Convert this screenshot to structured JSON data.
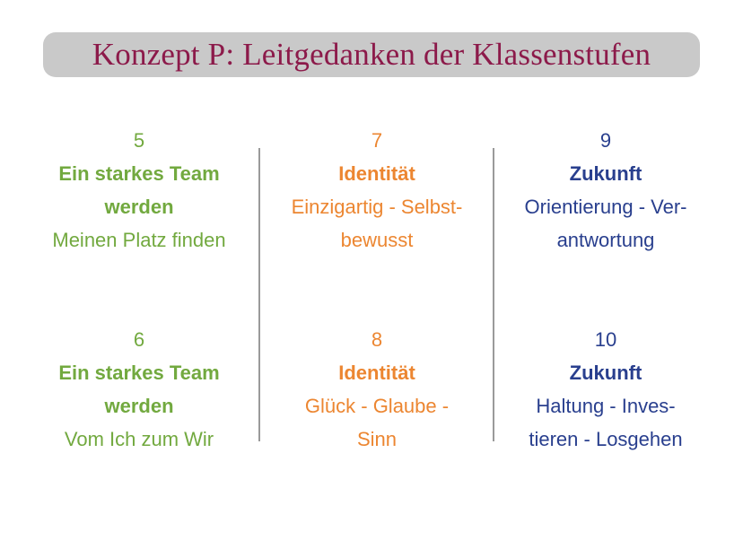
{
  "title": "Konzept P: Leitgedanken der Klassenstufen",
  "colors": {
    "title": "#8c1a4a",
    "title_bg": "#c9c9c9",
    "green": "#72a93f",
    "orange": "#ec8631",
    "blue": "#293f8e",
    "divider": "#9a9a9a"
  },
  "grades": [
    {
      "grade": "5",
      "heading": [
        "Ein starkes Team",
        "werden"
      ],
      "motto": [
        "Meinen Platz finden"
      ],
      "color": "green"
    },
    {
      "grade": "7",
      "heading": [
        "Identität"
      ],
      "motto": [
        "Einzigartig - Selbst-",
        "bewusst"
      ],
      "color": "orange"
    },
    {
      "grade": "9",
      "heading": [
        "Zukunft"
      ],
      "motto": [
        "Orientierung - Ver-",
        "antwortung"
      ],
      "color": "blue"
    },
    {
      "grade": "6",
      "heading": [
        "Ein starkes Team",
        "werden"
      ],
      "motto": [
        "Vom Ich zum Wir"
      ],
      "color": "green"
    },
    {
      "grade": "8",
      "heading": [
        "Identität"
      ],
      "motto": [
        "Glück - Glaube -",
        "Sinn"
      ],
      "color": "orange"
    },
    {
      "grade": "10",
      "heading": [
        "Zukunft"
      ],
      "motto": [
        "Haltung - Inves-",
        "tieren - Losgehen"
      ],
      "color": "blue"
    }
  ]
}
